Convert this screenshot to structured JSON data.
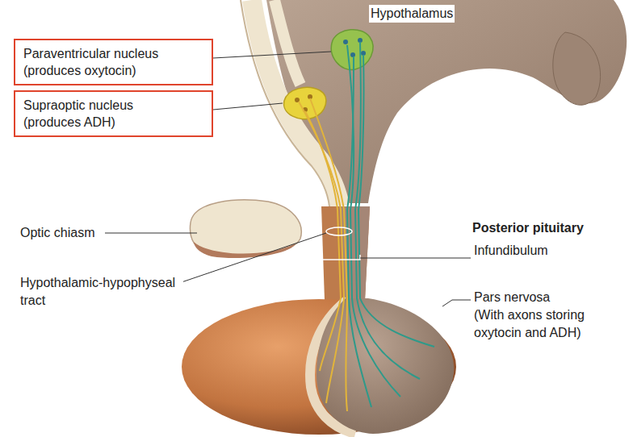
{
  "diagram": {
    "nodes": [
      {
        "text": [
          "Paraventricular nucleus",
          "(produces oxytocin)"
        ]
      },
      {
        "text": [
          "Supraoptic nucleus",
          "(produces ADH)"
        ]
      }
    ],
    "labels": [
      "Hypothalamus",
      "Optic chiasm",
      "Hypothalamic-hypophyseal tract",
      "Posterior pituitary",
      "Infundibulum",
      "Pars nervosa",
      "(With axons storing oxytocin and ADH)"
    ]
  }
}
